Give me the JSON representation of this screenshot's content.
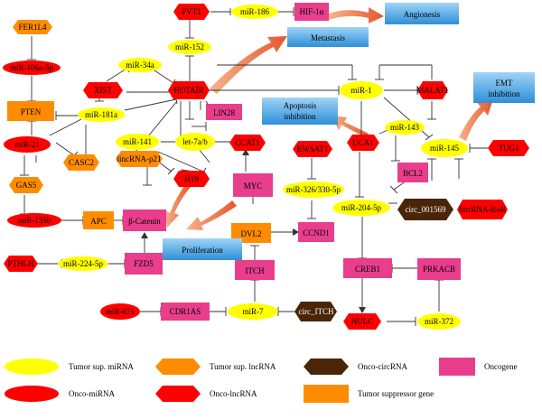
{
  "nodes": {
    "PVT1": "PVT1",
    "miR186": "miR-186",
    "HIF1a": "HIF-1α",
    "Angionesis": "Angionesis",
    "FER1L4": "FER1L4",
    "miR152": "miR-152",
    "Metastasis": "Metastasis",
    "miR106a": "miR-106a-5p",
    "miR34a": "miR-34a",
    "XIST": "XIST",
    "HOTAIR": "HOTAIR",
    "miR1": "miR-1",
    "MALAT1": "MALAT1",
    "EMT": "EMT inhibition",
    "PTEN": "PTEN",
    "miR181a": "miR-181a",
    "LIN28": "LIN28",
    "Apoptosis": "Apoptosis inhibition",
    "miR21": "miR-21",
    "miR141": "miR-141",
    "let7": "let-7a/b",
    "CCAT1": "CCAT1",
    "EWSAT1": "EWSAT1",
    "UCA1": "UCA1",
    "miR143": "miR-143",
    "miR145": "miR-145",
    "TUG1": "TUG1",
    "CASC2": "CASC2",
    "GAS5": "GAS5",
    "lincRNAp21": "lincRNA-p21",
    "H19": "H19",
    "MYC": "MYC",
    "miR326": "miR-326/330-5p",
    "BCL2": "BCL2",
    "miR135b": "miR-135b",
    "APC": "APC",
    "bCatenin": "β-Catenin",
    "DVL2": "DVL2",
    "CCND1": "CCND1",
    "miR204": "miR-204-5p",
    "circ001569": "circ_001569",
    "lincRNARoR": "lincRNA-RoR",
    "Proliferation": "Proliferation",
    "PTHLH": "PTHLH",
    "miR224": "miR-224-5p",
    "FZD5": "FZD5",
    "ITCH": "ITCH",
    "CREB1": "CREB1",
    "PRKACB": "PRKACB",
    "miR671": "miR-671",
    "CDR1AS": "CDR1AS",
    "miR7": "miR-7",
    "circITCH": "circ_ITCH",
    "HULC": "HULC",
    "miR372": "miR-372"
  },
  "legend": {
    "tumor_sup_mirna": "Tumor sup. miRNA",
    "tumor_sup_lncrna": "Tumor sup. lncRNA",
    "onco_circrna": "Onco-circRNA",
    "oncogene": "Oncogene",
    "onco_mirna": "Onco-miRNA",
    "onco_lncrna": "Onco-lncRNA",
    "tumor_suppressor_gene": "Tumor suppressor gene"
  },
  "colors": {
    "yellow": "#ffff00",
    "red": "#ff0000",
    "orange": "#ff8c00",
    "pink": "#e83e8c",
    "brown": "#4a2508",
    "blue": "#5aa9e6",
    "arrow": "#e4572e"
  }
}
